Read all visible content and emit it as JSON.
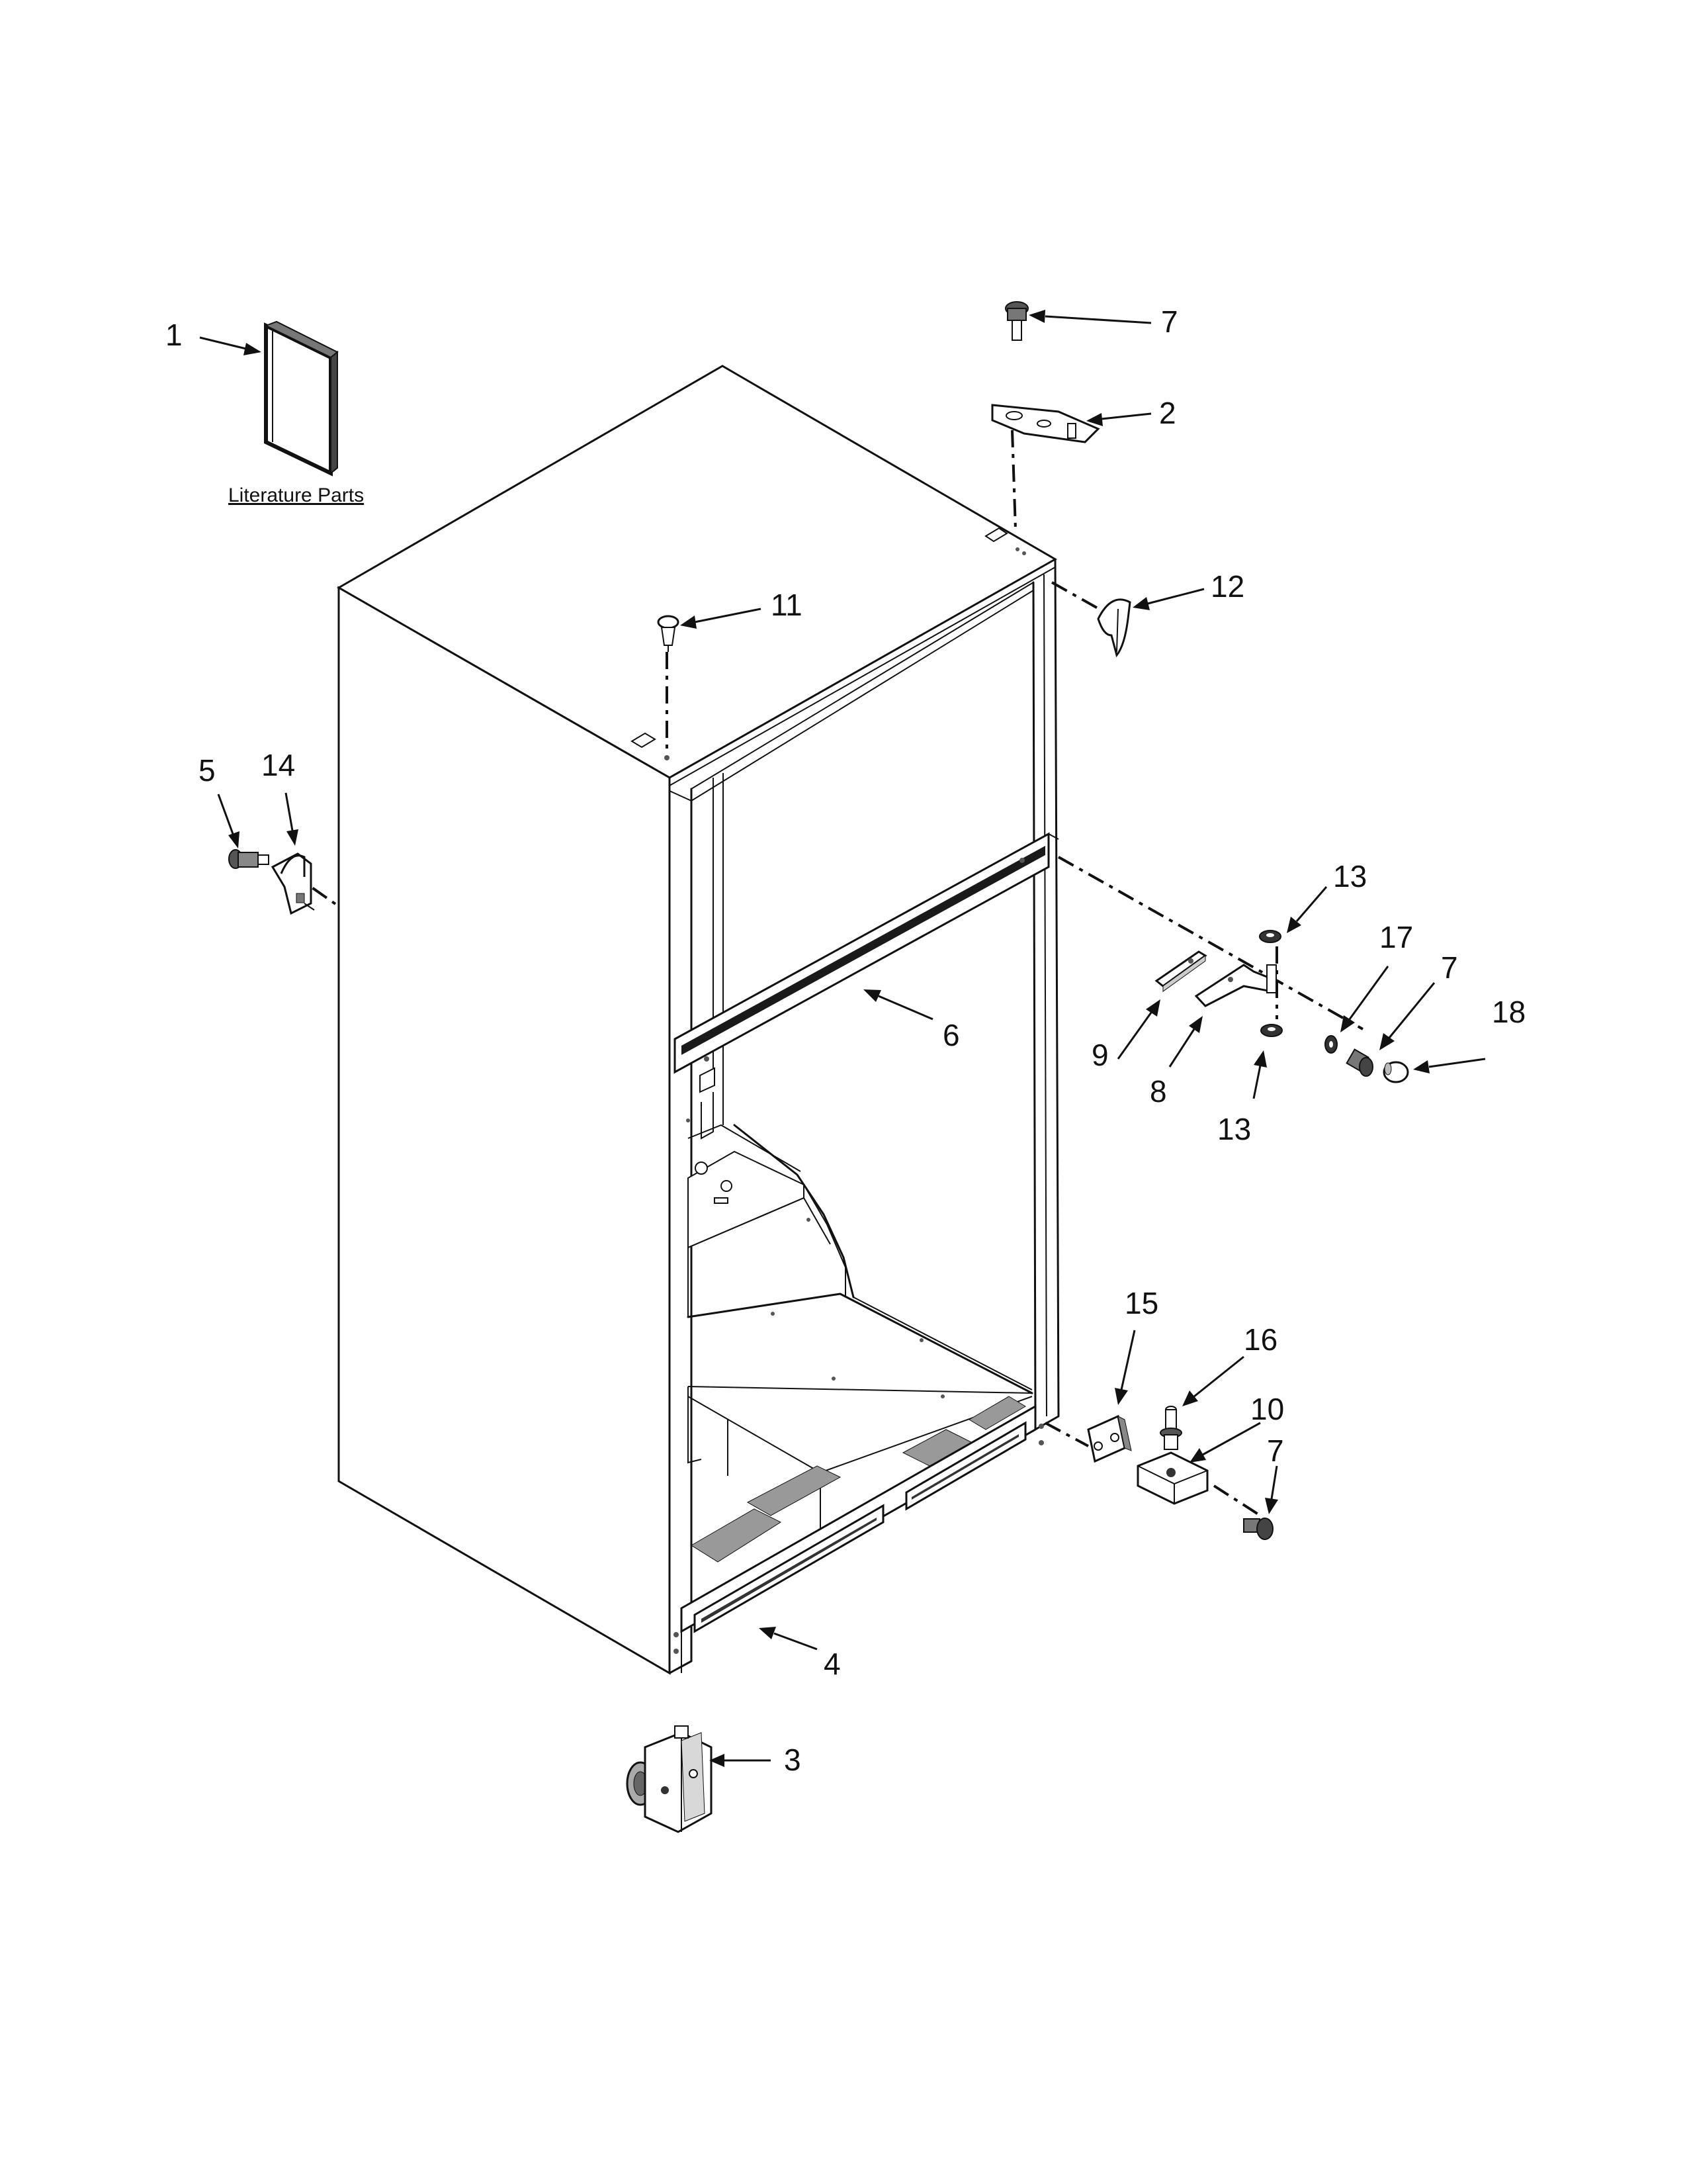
{
  "literature_label": "Literature Parts",
  "callouts": [
    {
      "id": "c1",
      "label": "1"
    },
    {
      "id": "c2",
      "label": "2"
    },
    {
      "id": "c3",
      "label": "3"
    },
    {
      "id": "c4",
      "label": "4"
    },
    {
      "id": "c5",
      "label": "5"
    },
    {
      "id": "c6",
      "label": "6"
    },
    {
      "id": "c7a",
      "label": "7"
    },
    {
      "id": "c7b",
      "label": "7"
    },
    {
      "id": "c7c",
      "label": "7"
    },
    {
      "id": "c8",
      "label": "8"
    },
    {
      "id": "c9",
      "label": "9"
    },
    {
      "id": "c10",
      "label": "10"
    },
    {
      "id": "c11",
      "label": "11"
    },
    {
      "id": "c12",
      "label": "12"
    },
    {
      "id": "c13a",
      "label": "13"
    },
    {
      "id": "c13b",
      "label": "13"
    },
    {
      "id": "c14",
      "label": "14"
    },
    {
      "id": "c15",
      "label": "15"
    },
    {
      "id": "c16",
      "label": "16"
    },
    {
      "id": "c17",
      "label": "17"
    },
    {
      "id": "c18",
      "label": "18"
    }
  ]
}
